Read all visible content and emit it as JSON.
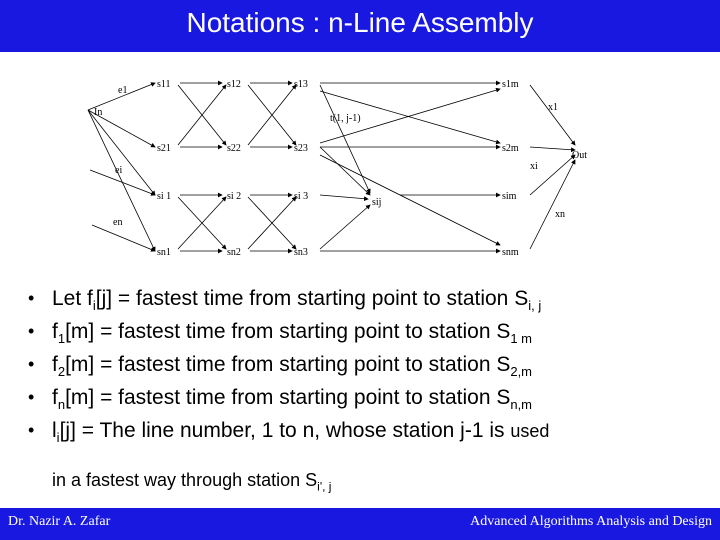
{
  "title": "Notations : n-Line Assembly",
  "diagram": {
    "stations": {
      "s11": "s11",
      "s12": "s12",
      "s13": "s13",
      "s1m": "s1m",
      "s21": "s21",
      "s22": "s22",
      "s23": "s23",
      "s2m": "s2m",
      "si1": "si 1",
      "si2": "si 2",
      "si3": "si 3",
      "sij": "sij",
      "sim": "sim",
      "sn1": "sn1",
      "sn2": "sn2",
      "sn3": "sn3",
      "snm": "snm"
    },
    "labels": {
      "e1": "e1",
      "in": "In",
      "ei": "ei",
      "en": "en",
      "x1": "x1",
      "xi": "xi",
      "xn": "xn",
      "out": "Out",
      "t": "t(1, j-1)"
    }
  },
  "bullets": [
    {
      "a": "Let f",
      "b": "i",
      "c": "[j] = fastest time from starting point to station S",
      "d": "i, j",
      "e": ""
    },
    {
      "a": "f",
      "b": "1",
      "c": "[m] = fastest time from starting point to station S",
      "d": "1 m",
      "e": ""
    },
    {
      "a": "f",
      "b": "2",
      "c": "[m] = fastest time from starting point to station S",
      "d": "2,m",
      "e": ""
    },
    {
      "a": "f",
      "b": "n",
      "c": "[m] = fastest time from starting point to station S",
      "d": "n,m",
      "e": ""
    },
    {
      "a": "l",
      "b": "i",
      "c": "[j] = The line number, 1 to n, whose station j-1 is ",
      "d": "",
      "e": "used"
    }
  ],
  "continuation": {
    "a": "in a fastest way through station S",
    "b": "i', j"
  },
  "bullet_char": "•",
  "footer": {
    "left": "Dr. Nazir A. Zafar",
    "right": "Advanced Algorithms Analysis and Design"
  }
}
